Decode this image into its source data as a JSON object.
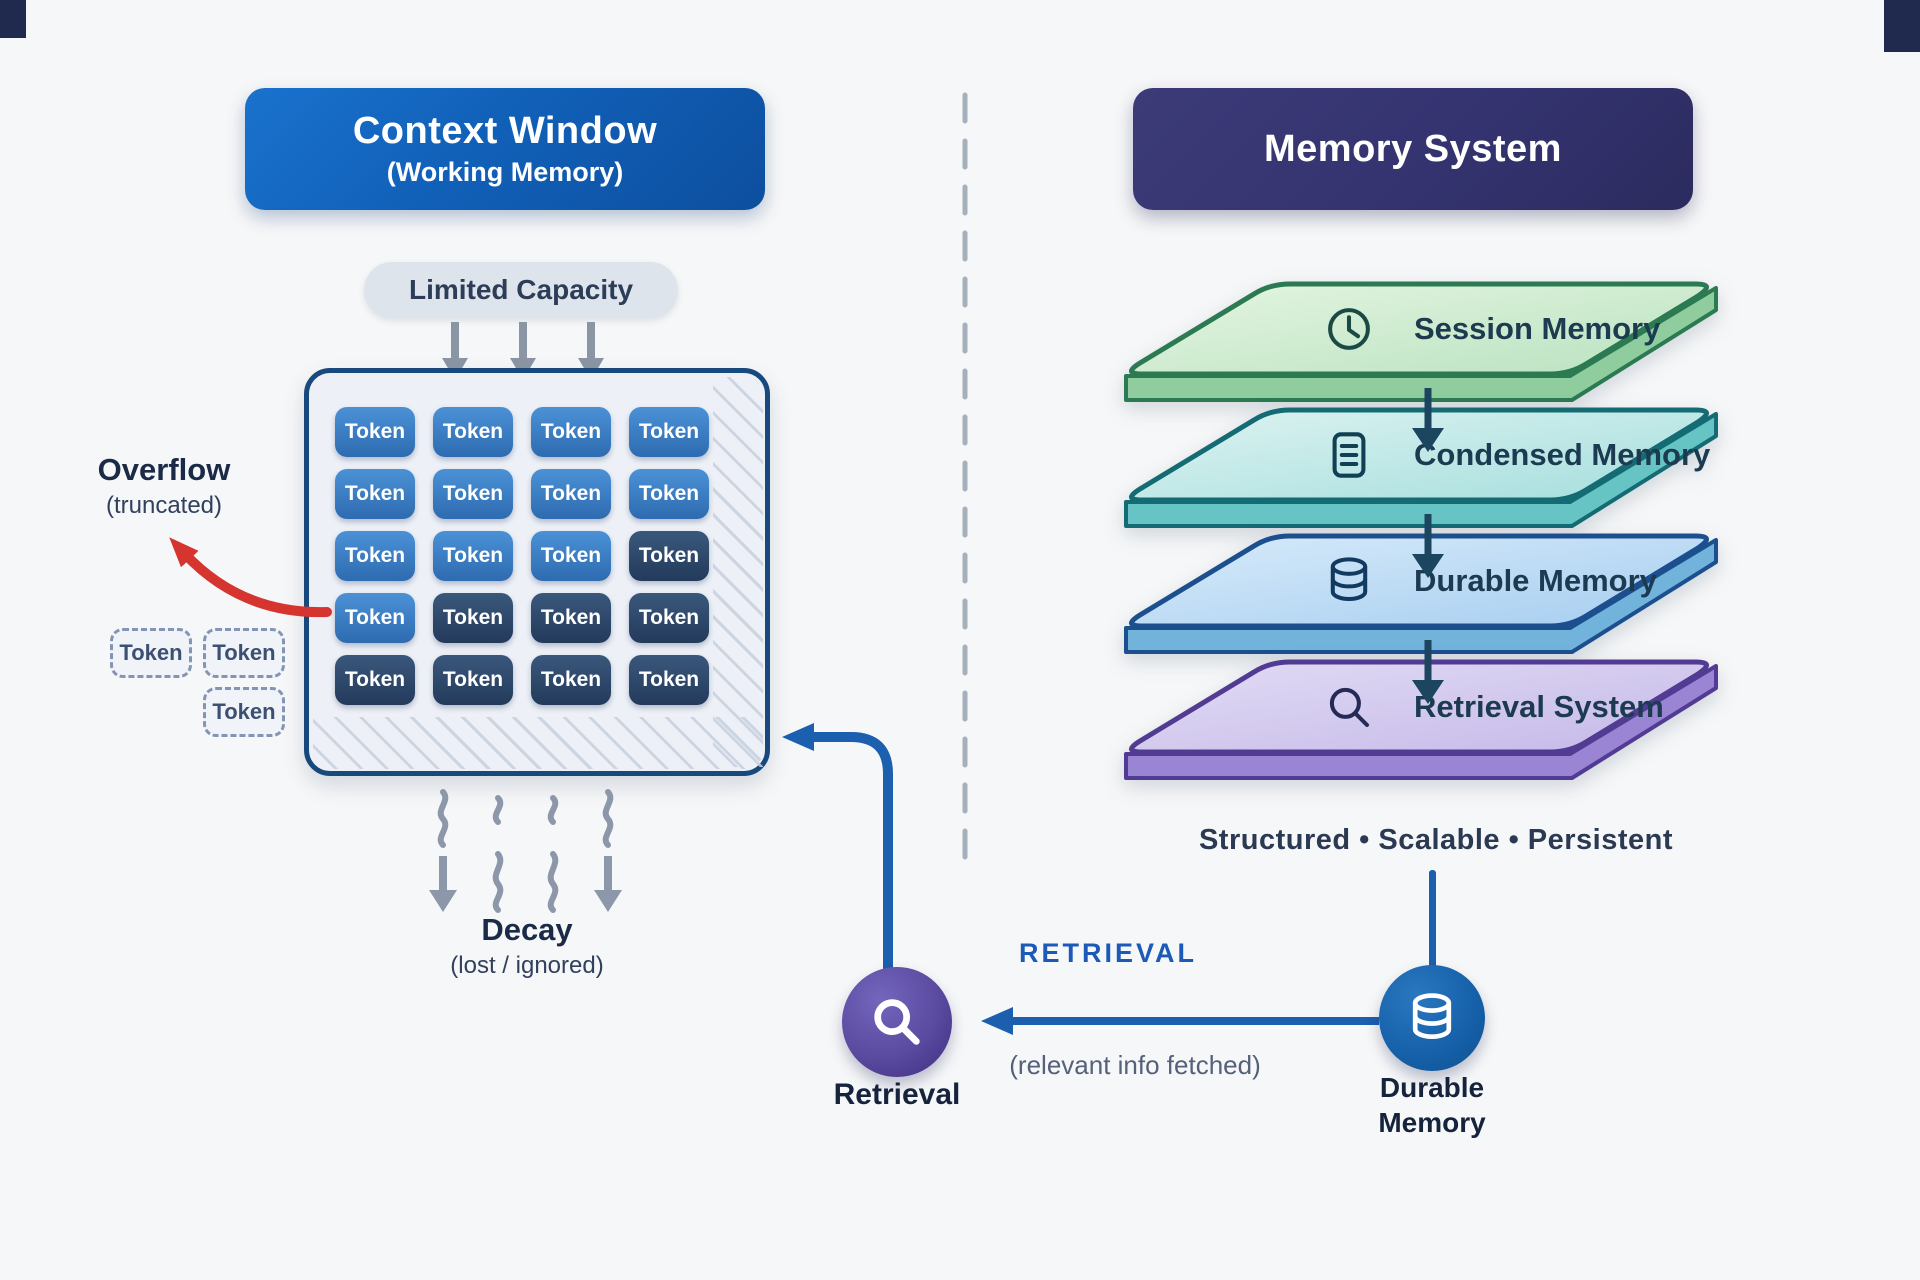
{
  "left_panel": {
    "header": {
      "title": "Context Window",
      "subtitle": "(Working Memory)"
    },
    "capacity_label": "Limited Capacity",
    "overflow": {
      "title": "Overflow",
      "subtitle": "(truncated)"
    },
    "token_label": "Token",
    "token_grid": [
      [
        "med",
        "med",
        "med",
        "med"
      ],
      [
        "med",
        "med",
        "med",
        "med"
      ],
      [
        "med",
        "med",
        "med",
        "dark"
      ],
      [
        "med",
        "dark",
        "dark",
        "dark"
      ],
      [
        "dark",
        "dark",
        "dark",
        "dark"
      ]
    ],
    "overflow_tokens": [
      "Token",
      "Token",
      "Token"
    ],
    "decay": {
      "title": "Decay",
      "subtitle": "(lost / ignored)"
    }
  },
  "right_panel": {
    "header": {
      "title": "Memory System"
    },
    "layers": [
      {
        "label": "Session Memory",
        "icon": "clock-icon",
        "face_color": "#cdeccc",
        "edge_color": "#2c7a52"
      },
      {
        "label": "Condensed Memory",
        "icon": "document-icon",
        "face_color": "#bfe9e7",
        "edge_color": "#156b74"
      },
      {
        "label": "Durable Memory",
        "icon": "database-icon",
        "face_color": "#bcdcf4",
        "edge_color": "#1c4f8e"
      },
      {
        "label": "Retrieval System",
        "icon": "search-icon",
        "face_color": "#d2c8ee",
        "edge_color": "#523b93"
      }
    ],
    "tagline": "Structured  •  Scalable  •  Persistent"
  },
  "retrieval_flow": {
    "caps_label": "RETRIEVAL",
    "retrieval_node": {
      "label": "Retrieval",
      "icon": "search-icon",
      "color": "#5a4aa0"
    },
    "note": "(relevant info fetched)",
    "durable_node": {
      "label_line1": "Durable",
      "label_line2": "Memory",
      "icon": "database-icon",
      "color": "#1560a8"
    },
    "arrow_color": "#1b5fae",
    "overflow_arrow_color": "#d5342f"
  }
}
